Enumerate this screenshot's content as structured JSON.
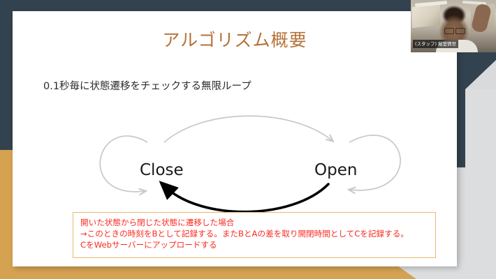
{
  "slide": {
    "title": "アルゴリズム概要",
    "subtitle": "0.1秒毎に状態遷移をチェックする無限ループ",
    "title_color": "#b5723a",
    "background_color": "#ffffff"
  },
  "diagram": {
    "type": "state-machine",
    "states": [
      {
        "id": "close",
        "label": "Close"
      },
      {
        "id": "open",
        "label": "Open"
      }
    ],
    "transitions": [
      {
        "from": "close",
        "to": "close",
        "style": "self-loop",
        "color": "#c8c8c8"
      },
      {
        "from": "close",
        "to": "open",
        "style": "arc-top",
        "color": "#c8c8c8"
      },
      {
        "from": "open",
        "to": "open",
        "style": "self-loop",
        "color": "#c8c8c8"
      },
      {
        "from": "open",
        "to": "close",
        "style": "arc-bottom",
        "color": "#000000",
        "emphasis": "bold"
      }
    ]
  },
  "note": {
    "border_color": "#e9b86c",
    "text_color": "#fa2a21",
    "lines": [
      "開いた状態から閉じた状態に遷移した場合",
      "→このときの時刻をBとして記録する。またBとAの差を取り開閉時間としてCを記録する。",
      "CをWebサーバーにアップロードする"
    ]
  },
  "webcam": {
    "participant_name": "(スタッフ) 秘室情世"
  },
  "frame": {
    "navy_color": "#33424f",
    "gold_color": "#d5a252",
    "gray_color": "#dcdddf"
  }
}
